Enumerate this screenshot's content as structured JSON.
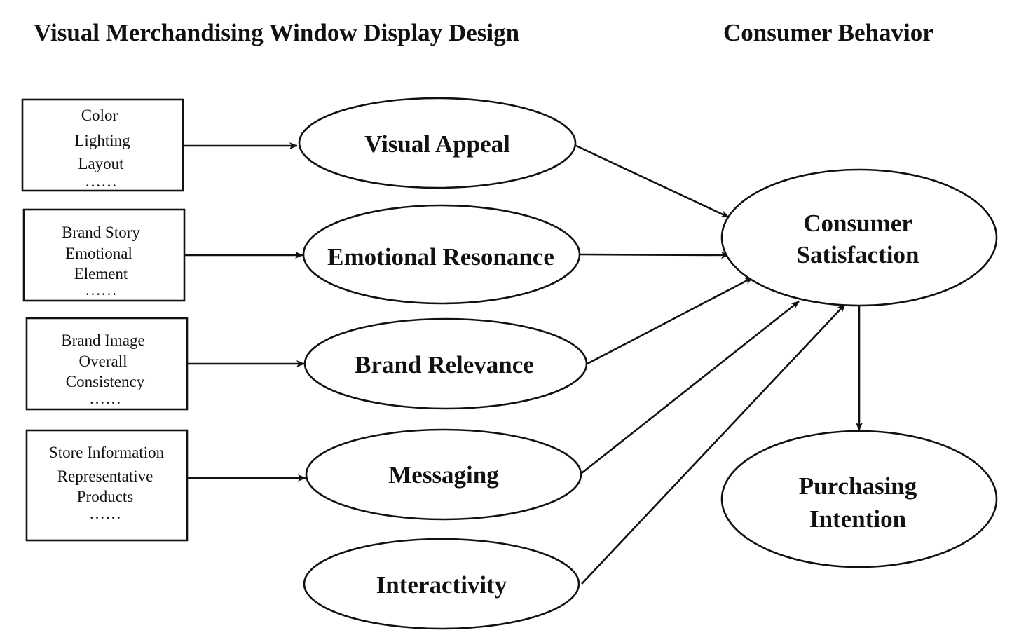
{
  "headings": {
    "left": "Visual Merchandising Window Display Design",
    "right": "Consumer Behavior"
  },
  "factor_boxes": [
    {
      "lines": [
        "Color",
        "Lighting",
        "Layout",
        "……"
      ]
    },
    {
      "lines": [
        "Brand Story",
        "Emotional",
        "Element",
        "……"
      ]
    },
    {
      "lines": [
        "Brand Image",
        "Overall",
        "Consistency",
        "……"
      ]
    },
    {
      "lines": [
        "Store Information",
        "Representative",
        "Products",
        "……"
      ]
    }
  ],
  "dimensions": [
    {
      "label": "Visual Appeal"
    },
    {
      "label": "Emotional Resonance"
    },
    {
      "label": "Brand Relevance"
    },
    {
      "label": "Messaging"
    },
    {
      "label": "Interactivity"
    }
  ],
  "outcomes": {
    "satisfaction": {
      "lines": [
        "Consumer",
        "Satisfaction"
      ]
    },
    "intention": {
      "lines": [
        "Purchasing",
        "Intention"
      ]
    }
  },
  "links": [
    {
      "from": "Color / Lighting / Layout",
      "to": "Visual Appeal"
    },
    {
      "from": "Brand Story / Emotional Element",
      "to": "Emotional Resonance"
    },
    {
      "from": "Brand Image / Overall Consistency",
      "to": "Brand Relevance"
    },
    {
      "from": "Store Information / Representative Products",
      "to": "Messaging"
    },
    {
      "from": "Visual Appeal",
      "to": "Consumer Satisfaction"
    },
    {
      "from": "Emotional Resonance",
      "to": "Consumer Satisfaction"
    },
    {
      "from": "Brand Relevance",
      "to": "Consumer Satisfaction"
    },
    {
      "from": "Messaging",
      "to": "Consumer Satisfaction"
    },
    {
      "from": "Interactivity",
      "to": "Consumer Satisfaction"
    },
    {
      "from": "Consumer Satisfaction",
      "to": "Purchasing Intention"
    }
  ]
}
